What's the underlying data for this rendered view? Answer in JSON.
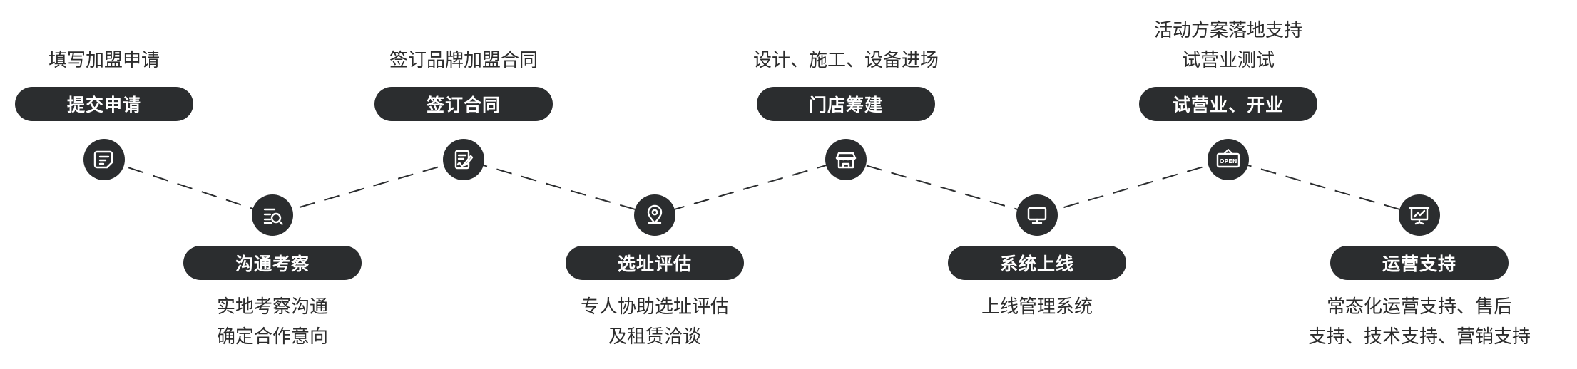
{
  "steps": [
    {
      "title": "提交申请",
      "notes": [
        "填写加盟申请"
      ],
      "icon": "application-form-icon"
    },
    {
      "title": "沟通考察",
      "notes": [
        "实地考察沟通",
        "确定合作意向"
      ],
      "icon": "search-list-icon"
    },
    {
      "title": "签订合同",
      "notes": [
        "签订品牌加盟合同"
      ],
      "icon": "contract-sign-icon"
    },
    {
      "title": "选址评估",
      "notes": [
        "专人协助选址评估",
        "及租赁洽谈"
      ],
      "icon": "location-pin-icon"
    },
    {
      "title": "门店筹建",
      "notes": [
        "设计、施工、设备进场"
      ],
      "icon": "storefront-icon"
    },
    {
      "title": "系统上线",
      "notes": [
        "上线管理系统"
      ],
      "icon": "monitor-icon"
    },
    {
      "title": "试营业、开业",
      "notes": [
        "活动方案落地支持",
        "试营业测试"
      ],
      "icon": "open-sign-icon",
      "open_text": "OPEN"
    },
    {
      "title": "运营支持",
      "notes": [
        "常态化运营支持、售后",
        "支持、技术支持、营销支持"
      ],
      "icon": "presentation-chart-icon"
    }
  ],
  "colors": {
    "node": "#2b2d2f",
    "pill": "#2b2d2f",
    "dash": "#2b2d2f"
  }
}
